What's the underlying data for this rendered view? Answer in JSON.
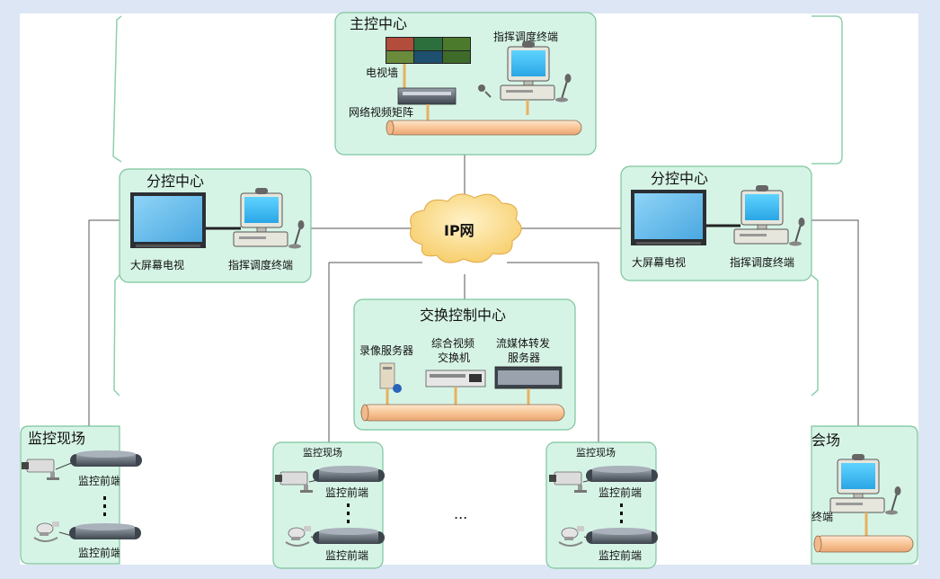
{
  "main_center": {
    "title": "主控中心",
    "tv_wall": "电视墙",
    "dispatch_terminal": "指挥调度终端",
    "video_matrix": "网络视频矩阵"
  },
  "left_branch": {
    "title": "分控中心",
    "big_screen": "大屏幕电视",
    "dispatch_terminal": "指挥调度终端"
  },
  "right_branch": {
    "title": "分控中心",
    "big_screen": "大屏幕电视",
    "dispatch_terminal": "指挥调度终端"
  },
  "network": {
    "cloud_label": "IP网"
  },
  "switch_center": {
    "title": "交换控制中心",
    "recording_server": "录像服务器",
    "video_switch_line1": "综合视频",
    "video_switch_line2": "交换机",
    "streaming_line1": "流媒体转发",
    "streaming_line2": "服务器"
  },
  "left_site": {
    "title": "监控现场",
    "front1": "监控前端",
    "front2": "监控前端"
  },
  "mid_site_left": {
    "title": "监控现场",
    "front1": "监控前端",
    "front2": "监控前端"
  },
  "mid_site_right": {
    "title": "监控现场",
    "front1": "监控前端",
    "front2": "监控前端"
  },
  "ellipsis": "...",
  "right_meeting": {
    "title_fragment": "会场",
    "terminal_fragment": "终端"
  },
  "colors": {
    "panel_fill": "#d6f4e6",
    "panel_border": "#7cc49c",
    "background": "#dde6f4",
    "pipe_fill": "#fbd2a8",
    "cloud_fill": "#fde3a7"
  }
}
